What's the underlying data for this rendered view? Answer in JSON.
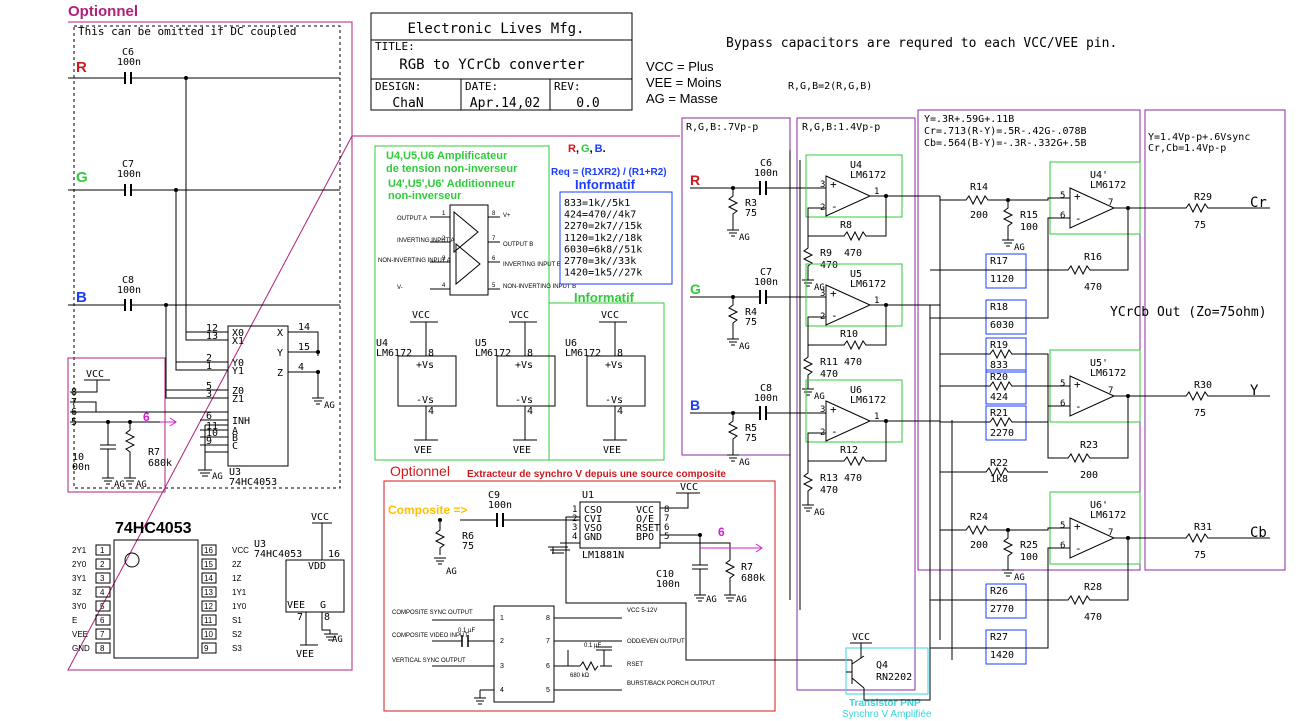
{
  "header": {
    "company": "Electronic Lives Mfg.",
    "title_label": "TITLE:",
    "title": "RGB to YCrCb converter",
    "design_label": "DESIGN:",
    "date_label": "DATE:",
    "rev_label": "REV:",
    "design": "ChaN",
    "date": "Apr.14,02",
    "rev": "0.0"
  },
  "notes": {
    "bypass": "Bypass capacitors are requred to each VCC/VEE pin.",
    "vcc": "VCC = Plus",
    "vee": "VEE  = Moins",
    "ag": "AG   = Masse",
    "rgb_eq": "R,G,B=2(R,G,B)",
    "optionnel1": "Optionnel",
    "dc_note": "This can be omitted if DC coupled",
    "r_label": "R",
    "g_label": "G",
    "b_label": "B",
    "rgb_07": "R,G,B:.7Vp-p",
    "rgb_14": "R,G,B:1.4Vp-p",
    "formula_y": "Y=.3R+.59G+.11B",
    "formula_cr": "Cr=.713(R-Y)=.5R-.42G-.078B",
    "formula_cb": "Cb=.564(B-Y)=-.3R-.332G+.5B",
    "out_levels_1": "Y=1.4Vp-p+.6Vsync",
    "out_levels_2": "Cr,Cb=1.4Vp-p",
    "ycrcb_out": "YCrCb Out (Zo=75ohm)",
    "out_cr": "Cr",
    "out_y": "Y",
    "out_cb": "Cb"
  },
  "info": {
    "u_amp_1": "U4,U5,U6 Amplificateur",
    "u_amp_2": "de tension non-inverseur",
    "u_add_1": "U4',U5',U6' Additionneur",
    "u_add_2": "non-inverseur",
    "req_formula": "Req = (R1XR2) / (R1+R2)",
    "informatif_blue": "Informatif",
    "informatif_green": "Informatif",
    "rgb_r": "R",
    "rgb_g": "G",
    "rgb_b": "B",
    "rgb_sep": ",",
    "rgb_end": ".",
    "req_table": [
      "833=1k//5k1",
      "424=470//4k7",
      "2270=2k7//15k",
      "1120=1k2//18k",
      "6030=6k8//51k",
      "2770=3k//33k",
      "1420=1k5//27k"
    ]
  },
  "pinout_small": {
    "output_a": "OUTPUT A",
    "inv_a": "INVERTING INPUT A",
    "noninv_a": "NON-INVERTING INPUT A",
    "vminus": "V-",
    "vplus": "V+",
    "output_b": "OUTPUT B",
    "inv_b": "INVERTING INPUT B",
    "noninv_b": "NON-INVERTING INPUT B",
    "pins": [
      "1",
      "2",
      "3",
      "4",
      "5",
      "6",
      "7",
      "8"
    ]
  },
  "supplies": [
    {
      "ref": "U4",
      "part": "LM6172",
      "pin_top": "8",
      "pin_bot": "4",
      "vs_plus": "+Vs",
      "vs_minus": "-Vs",
      "vcc": "VCC",
      "vee": "VEE"
    },
    {
      "ref": "U5",
      "part": "LM6172",
      "pin_top": "8",
      "pin_bot": "4",
      "vs_plus": "+Vs",
      "vs_minus": "-Vs",
      "vcc": "VCC",
      "vee": "VEE"
    },
    {
      "ref": "U6",
      "part": "LM6172",
      "pin_top": "8",
      "pin_bot": "4",
      "vs_plus": "+Vs",
      "vs_minus": "-Vs",
      "vcc": "VCC",
      "vee": "VEE"
    }
  ],
  "mux": {
    "ref": "U3",
    "part": "74HC4053",
    "pins_left": [
      {
        "num": "12",
        "name": "X0"
      },
      {
        "num": "13",
        "name": "X1"
      },
      {
        "num": "2",
        "name": "Y0"
      },
      {
        "num": "1",
        "name": "Y1"
      },
      {
        "num": "5",
        "name": "Z0"
      },
      {
        "num": "3",
        "name": "Z1"
      },
      {
        "num": "6",
        "name": "INH"
      },
      {
        "num": "11",
        "name": "A"
      },
      {
        "num": "10",
        "name": "B"
      },
      {
        "num": "9",
        "name": "C"
      }
    ],
    "pins_right": [
      {
        "num": "14",
        "name": "X"
      },
      {
        "num": "15",
        "name": "Y"
      },
      {
        "num": "4",
        "name": "Z"
      }
    ],
    "vcc": "VCC",
    "ag": "AG"
  },
  "input_caps": [
    {
      "ref": "C6",
      "val": "100n"
    },
    {
      "ref": "C7",
      "val": "100n"
    },
    {
      "ref": "C8",
      "val": "100n"
    }
  ],
  "opt_block": {
    "vcc": "VCC",
    "pins": [
      "8",
      "7",
      "6",
      "5"
    ],
    "cap_val_1": "10",
    "cap_val_2": "00n",
    "r7": "R7",
    "r7_val": "680k",
    "six": "6",
    "ag1": "AG",
    "ag2": "AG"
  },
  "ic_4053_pkg": {
    "title": "74HC4053",
    "left": [
      {
        "name": "2Y1",
        "num": "1"
      },
      {
        "name": "2Y0",
        "num": "2"
      },
      {
        "name": "3Y1",
        "num": "3"
      },
      {
        "name": "3Z",
        "num": "4"
      },
      {
        "name": "3Y0",
        "num": "5"
      },
      {
        "name": "E",
        "num": "6"
      },
      {
        "name": "VEE",
        "num": "7"
      },
      {
        "name": "GND",
        "num": "8"
      }
    ],
    "right": [
      {
        "num": "16",
        "name": "VCC"
      },
      {
        "num": "15",
        "name": "2Z"
      },
      {
        "num": "14",
        "name": "1Z"
      },
      {
        "num": "13",
        "name": "1Y1"
      },
      {
        "num": "12",
        "name": "1Y0"
      },
      {
        "num": "11",
        "name": "S1"
      },
      {
        "num": "10",
        "name": "S2"
      },
      {
        "num": "9",
        "name": "S3"
      }
    ]
  },
  "u3_power": {
    "ref": "U3",
    "part": "74HC4053",
    "pin16": "16",
    "vdd": "VDD",
    "vee": "VEE",
    "g": "G",
    "pin7": "7",
    "pin8": "8",
    "vcc": "VCC",
    "vee_bottom": "VEE",
    "ag": "AG"
  },
  "sync": {
    "optionnel": "Optionnel",
    "title": "Extracteur de synchro V depuis une source composite",
    "composite": "Composite =>",
    "c9": "C9",
    "c9_val": "100n",
    "r6": "R6",
    "r6_val": "75",
    "u1": "U1",
    "part": "LM1881N",
    "vcc": "VCC",
    "pins_left": [
      {
        "name": "CSO",
        "num": "1"
      },
      {
        "name": "CVI",
        "num": "2"
      },
      {
        "name": "VSO",
        "num": "3"
      },
      {
        "name": "GND",
        "num": "4"
      }
    ],
    "pins_right": [
      {
        "name": "VCC",
        "num": "8"
      },
      {
        "name": "O/E",
        "num": "7"
      },
      {
        "name": "RSET",
        "num": "6"
      },
      {
        "name": "BPO",
        "num": "5"
      }
    ],
    "six": "6",
    "c10": "C10",
    "c10_val": "100n",
    "r7": "R7",
    "r7_val": "680k",
    "ag": "AG",
    "pkg_left": [
      "COMPOSITE SYNC OUTPUT",
      "COMPOSITE VIDEO INPUT",
      "VERTICAL SYNC OUTPUT"
    ],
    "pkg_right": [
      "VCC 5-12V",
      "ODD/EVEN OUTPUT",
      "RSET",
      "BURST/BACK PORCH OUTPUT"
    ],
    "pkg_cap": "0.1 µF",
    "pkg_cap2": "0.1 µF",
    "pkg_res": "680 kΩ",
    "pkg_pins": [
      "1",
      "2",
      "3",
      "4",
      "8",
      "7",
      "6",
      "5"
    ]
  },
  "channels": [
    {
      "label": "R",
      "cap": "C6",
      "cap_val": "100n",
      "rin": "R3",
      "rin_val": "75",
      "opamp": "U4",
      "opamp_part": "LM6172",
      "rf": "R8",
      "rf_val": "470",
      "rg": "R9",
      "rg_val": "470",
      "ag": "AG"
    },
    {
      "label": "G",
      "cap": "C7",
      "cap_val": "100n",
      "rin": "R4",
      "rin_val": "75",
      "opamp": "U5",
      "opamp_part": "LM6172",
      "rf": "R10",
      "rf_val": "470",
      "rg": "R11",
      "rg_val": "470",
      "ag": "AG"
    },
    {
      "label": "B",
      "cap": "C8",
      "cap_val": "100n",
      "rin": "R5",
      "rin_val": "75",
      "opamp": "U6",
      "opamp_part": "LM6172",
      "rf": "R12",
      "rf_val": "470",
      "rg": "R13",
      "rg_val": "470",
      "ag": "AG"
    }
  ],
  "adders": [
    {
      "ref": "U4'",
      "part": "LM6172",
      "r_series": "R14",
      "r_series_val": "200",
      "r_gnd": "R15",
      "r_gnd_val": "100",
      "r_out": "R29",
      "r_out_val": "75",
      "r_a": "R17",
      "r_a_val": "1120",
      "r_fb": "R16",
      "r_fb_val": "470",
      "r_b": "R18",
      "r_b_val": "6030"
    },
    {
      "ref": "U5'",
      "part": "LM6172",
      "r_a": "R19",
      "r_a_val": "833",
      "r_b": "R20",
      "r_b_val": "424",
      "r_c": "R21",
      "r_c_val": "2270",
      "r_out": "R30",
      "r_out_val": "75",
      "r_g": "R22",
      "r_g_val": "1k8",
      "r_fb": "R23",
      "r_fb_val": "200"
    },
    {
      "ref": "U6'",
      "part": "LM6172",
      "r_series": "R24",
      "r_series_val": "200",
      "r_gnd": "R25",
      "r_gnd_val": "100",
      "r_out": "R31",
      "r_out_val": "75",
      "r_a": "R26",
      "r_a_val": "2770",
      "r_fb": "R28",
      "r_fb_val": "470",
      "r_b": "R27",
      "r_b_val": "1420"
    }
  ],
  "transistor": {
    "ref": "Q4",
    "part": "RN2202",
    "vcc": "VCC",
    "caption_1": "Transistor PNP",
    "caption_2": "Synchro V Amplifiée"
  },
  "pins": {
    "plus": "+",
    "minus": "-",
    "p1": "1",
    "p2": "2",
    "p3": "3",
    "p5": "5",
    "p6": "6",
    "p7": "7"
  },
  "colors": {
    "pink": "#b0207a",
    "purple": "#8a2ba0",
    "green": "#2fcc3a",
    "blue": "#1a3cff",
    "red": "#d0181c",
    "cyan": "#35d6dc",
    "orange": "#ffc000",
    "magenta": "#d020d0"
  }
}
